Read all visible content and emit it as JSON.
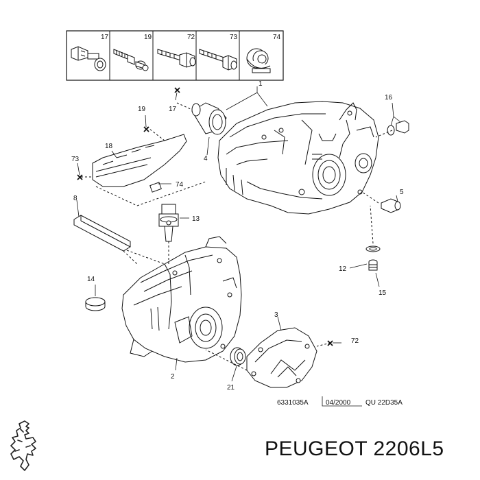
{
  "kit_parts": [
    {
      "number": "17",
      "icon": "flanged-bolt-icon"
    },
    {
      "number": "19",
      "icon": "stud-bolt-icon"
    },
    {
      "number": "72",
      "icon": "hex-bolt-icon"
    },
    {
      "number": "73",
      "icon": "long-bolt-icon"
    },
    {
      "number": "74",
      "icon": "rubber-bush-icon"
    }
  ],
  "callouts": {
    "c1": "1",
    "c2": "2",
    "c3": "3",
    "c4": "4",
    "c5": "5",
    "c8": "8",
    "c12": "12",
    "c13": "13",
    "c14": "14",
    "c15": "15",
    "c16": "16",
    "c17": "17",
    "c18": "18",
    "c19": "19",
    "c21": "21",
    "c72": "72",
    "c73": "73",
    "c74": "74"
  },
  "footer_codes": {
    "drawing_ref": "6331035A",
    "date": "04/2000",
    "qualifier": "QU 22D35A"
  },
  "brand": {
    "name": "PEUGEOT",
    "part_number": "2206L5",
    "logo": "peugeot-lion-logo"
  },
  "colors": {
    "ink": "#111111",
    "paper": "#ffffff"
  }
}
